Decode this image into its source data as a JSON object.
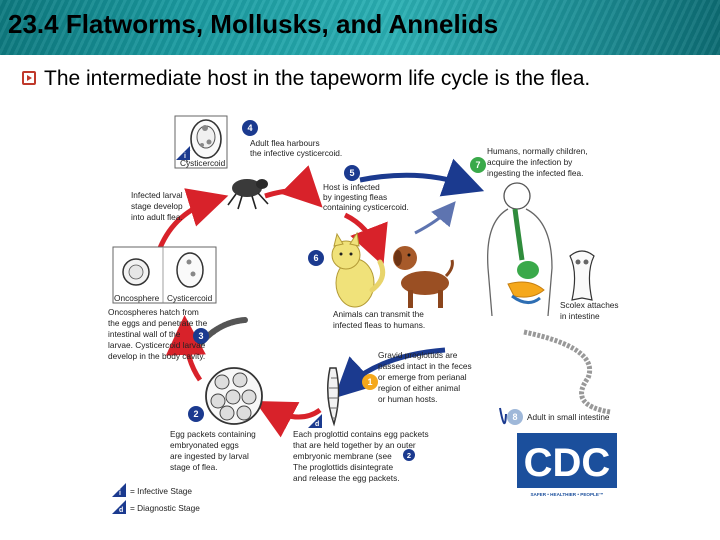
{
  "header": {
    "title": "23.4   Flatworms, Mollusks, and Annelids"
  },
  "bullet": {
    "text": "The intermediate host in the tapeworm life cycle is the flea."
  },
  "diagram": {
    "steps": {
      "s1": "1",
      "s2": "2",
      "s3": "3",
      "s4": "4",
      "s5": "5",
      "s6": "6",
      "s7": "7",
      "s8": "8",
      "marker_i": "i",
      "marker_d": "d"
    },
    "labels": {
      "cysticercoid_top": "Cysticercoid",
      "oncosphere": "Oncosphere",
      "cysticercoid_mid": "Cysticercoid",
      "step4": [
        "Adult flea harbours",
        "the infective cysticercoid."
      ],
      "step5": [
        "Host is infected",
        "by ingesting fleas",
        "containing cysticercoid."
      ],
      "step7": [
        "Humans, normally children,",
        "acquire the infection by",
        "ingesting the infected flea."
      ],
      "larval": [
        "Infected larval",
        "stage develop",
        "into adult flea."
      ],
      "step3": [
        "Oncospheres hatch from",
        "the eggs and penetrate the",
        "intestinal wall of the",
        "larvae. Cysticercoid larvae",
        "develop in the body cavity."
      ],
      "step6": [
        "Animals can transmit the",
        "infected fleas to humans."
      ],
      "scolex": [
        "Scolex attaches",
        "in intestine"
      ],
      "step1": [
        "Gravid proglottids are",
        "passed intact in the feces",
        "or emerge from perianal",
        "region of either animal",
        "or human hosts."
      ],
      "step8": "Adult in small intestine",
      "step2": [
        "Egg packets containing",
        "embryonated eggs",
        "are ingested by larval",
        "stage of flea."
      ],
      "proglottid": [
        "Each proglottid contains egg packets",
        "that are held together by an outer",
        "embryonic membrane (see",
        "The proglottids disintegrate",
        "and release the egg packets."
      ]
    },
    "legend": {
      "infective": "= Infective Stage",
      "diagnostic": "= Diagnostic Stage"
    },
    "logo": {
      "text": "CDC",
      "tagline": "SAFER • HEALTHIER • PEOPLE™"
    },
    "colors": {
      "red_arrow": "#d8222a",
      "blue_arrow": "#1b3a8f",
      "step_circle": "#1b3a8f",
      "step1_circle": "#f5a81c",
      "green_circle": "#3aa94a",
      "cdc_blue": "#1b4f9c"
    }
  }
}
